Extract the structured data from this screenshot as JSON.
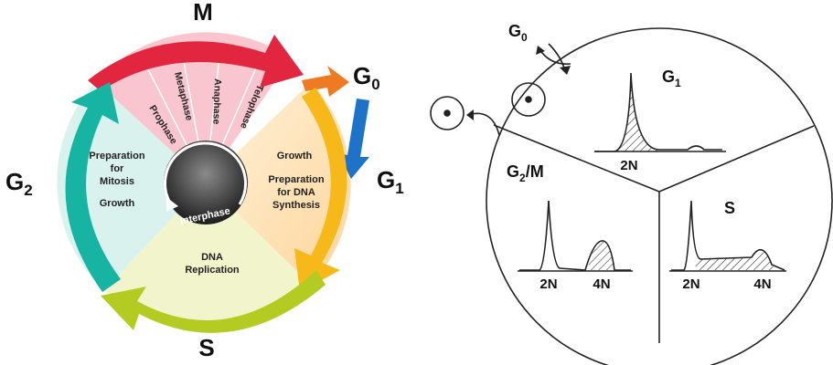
{
  "left": {
    "labels": {
      "m": "M",
      "g0_letter": "G",
      "g0_sub": "0",
      "g1_letter": "G",
      "g1_sub": "1",
      "g2_letter": "G",
      "g2_sub": "2",
      "s": "S"
    },
    "mitosis_phases": [
      "Prophase",
      "Metaphase",
      "Anaphase",
      "Telophase"
    ],
    "g2_text": [
      "Preparation",
      "for",
      "Mitosis",
      "Growth"
    ],
    "g1_text": [
      "Growth",
      "Preparation",
      "for DNA",
      "Synthesis"
    ],
    "s_text": [
      "DNA",
      "Replication"
    ],
    "center_label": "Interphase",
    "colors": {
      "m": "#e2263f",
      "g1": "#f7b91a",
      "s": "#b4cc22",
      "g2": "#17b3a3",
      "g0": "#f07a22",
      "arrow_blue": "#1e73c8"
    }
  },
  "right": {
    "labels": {
      "g0_letter": "G",
      "g0_sub": "0",
      "g1_letter": "G",
      "g1_sub": "1",
      "g2m_letter": "G",
      "g2m_sub": "2",
      "g2m_suffix": "/M",
      "s": "S"
    },
    "ticks": {
      "g1_2n": "2N",
      "g2m_2n": "2N",
      "g2m_4n": "4N",
      "s_2n": "2N",
      "s_4n": "4N"
    }
  }
}
